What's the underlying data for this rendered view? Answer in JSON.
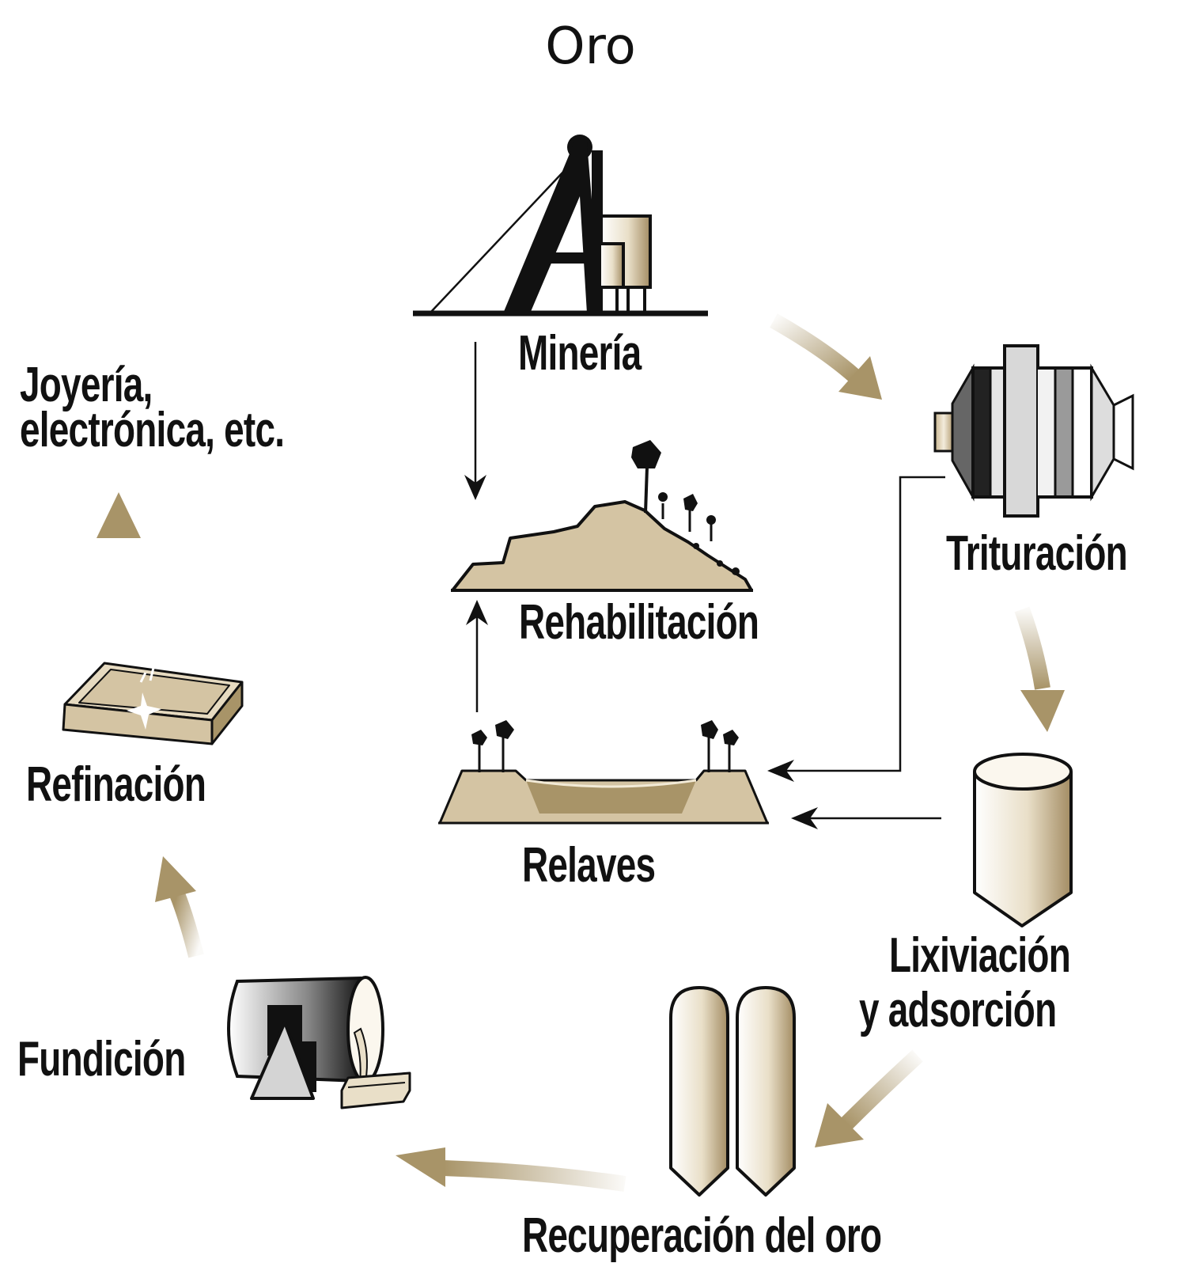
{
  "title": "Oro",
  "labels": {
    "mineria": "Minería",
    "rehabilitacion": "Rehabilitación",
    "relaves": "Relaves",
    "trituracion": "Trituración",
    "lixiviacion_1": "Lixiviación",
    "lixiviacion_2": "y adsorción",
    "recuperacion": "Recuperación del oro",
    "fundicion": "Fundición",
    "refinacion": "Refinación",
    "joyeria_1": "Joyería,",
    "joyeria_2": "electrónica, etc."
  },
  "colors": {
    "tan": "#d4c4a3",
    "gold_arrow": "#a89468",
    "ink": "#111111"
  },
  "icons": [
    "mine-headframe-icon",
    "rehabilitated-hill-icon",
    "tailings-pond-icon",
    "crusher-mill-icon",
    "leach-tank-icon",
    "recovery-columns-icon",
    "smelting-furnace-icon",
    "gold-bar-icon"
  ]
}
